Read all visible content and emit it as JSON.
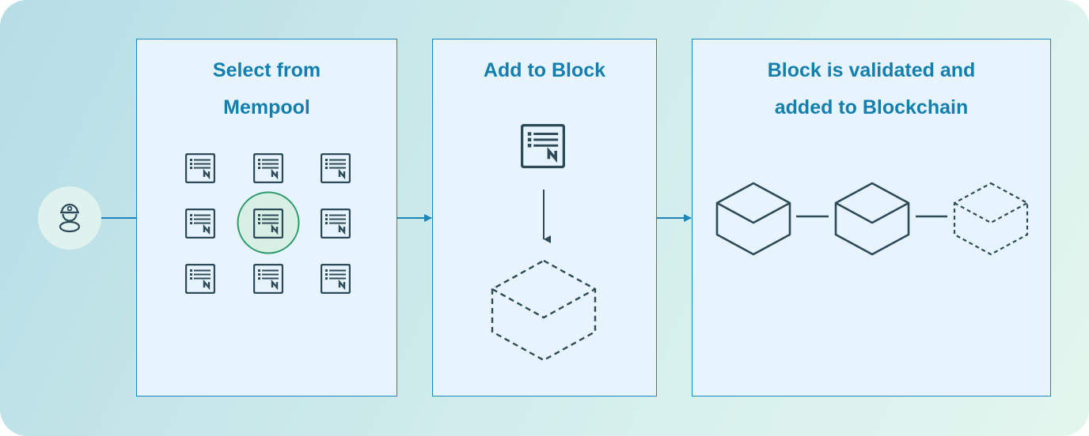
{
  "steps": [
    {
      "title_lines": [
        "Select from",
        "Mempool"
      ]
    },
    {
      "title_lines": [
        "Add to Block"
      ]
    },
    {
      "title_lines": [
        "Block is validated and",
        "added to Blockchain"
      ]
    }
  ],
  "icons": {
    "miner": "miner-icon",
    "transaction": "transaction-document-icon",
    "block": "block-cube-icon",
    "pending_block": "dashed-block-cube-icon"
  },
  "colors": {
    "panel_border": "#1c86b8",
    "title": "#137fae",
    "icon_stroke": "#2d4a58",
    "selected": "#2b9a68",
    "arrow": "#1c86b8"
  }
}
